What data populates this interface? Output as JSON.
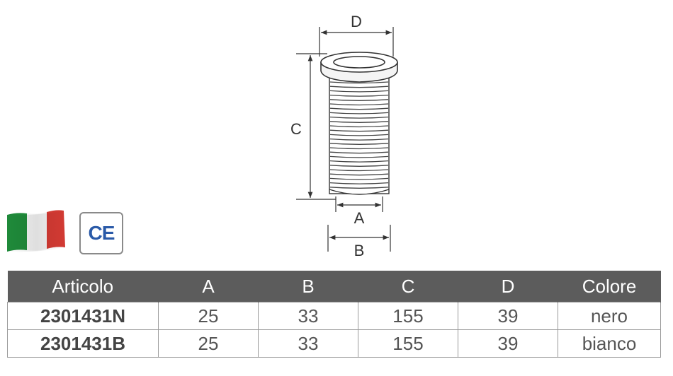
{
  "dimensions": {
    "a": "A",
    "b": "B",
    "c": "C",
    "d": "D"
  },
  "badges": {
    "flag_icon": "italy-flag-icon",
    "ce_mark": "CE"
  },
  "colors": {
    "flag_green": "#1f8a3a",
    "flag_white": "#f2f2f2",
    "flag_red": "#d23a33",
    "ce_blue": "#2a5aa8",
    "header_bg": "#5c5c5c"
  },
  "table": {
    "headers": [
      "Articolo",
      "A",
      "B",
      "C",
      "D",
      "Colore"
    ],
    "rows": [
      [
        "2301431N",
        "25",
        "33",
        "155",
        "39",
        "nero"
      ],
      [
        "2301431B",
        "25",
        "33",
        "155",
        "39",
        "bianco"
      ]
    ]
  }
}
